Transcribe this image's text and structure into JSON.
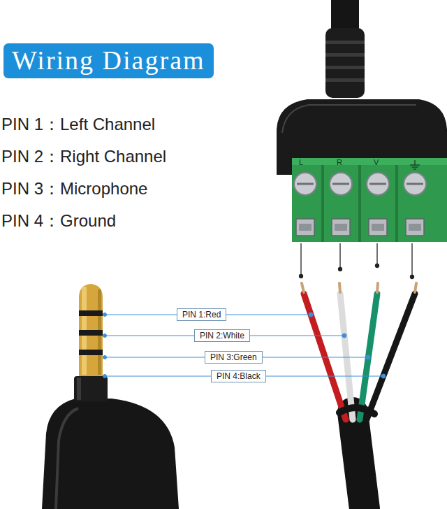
{
  "diagram": {
    "title": "Wiring Diagram",
    "nodes": [
      {
        "text": [
          "PIN 1:Red"
        ]
      },
      {
        "text": [
          "PIN 2:White"
        ]
      },
      {
        "text": [
          "PIN 3:Green"
        ]
      },
      {
        "text": [
          "PIN 4:Black"
        ]
      }
    ],
    "labels": [
      "PIN 1：Left Channel",
      "PIN 2：Right Channel",
      "PIN 3：Microphone",
      "PIN 4：Ground",
      "L",
      "R",
      "V"
    ]
  }
}
